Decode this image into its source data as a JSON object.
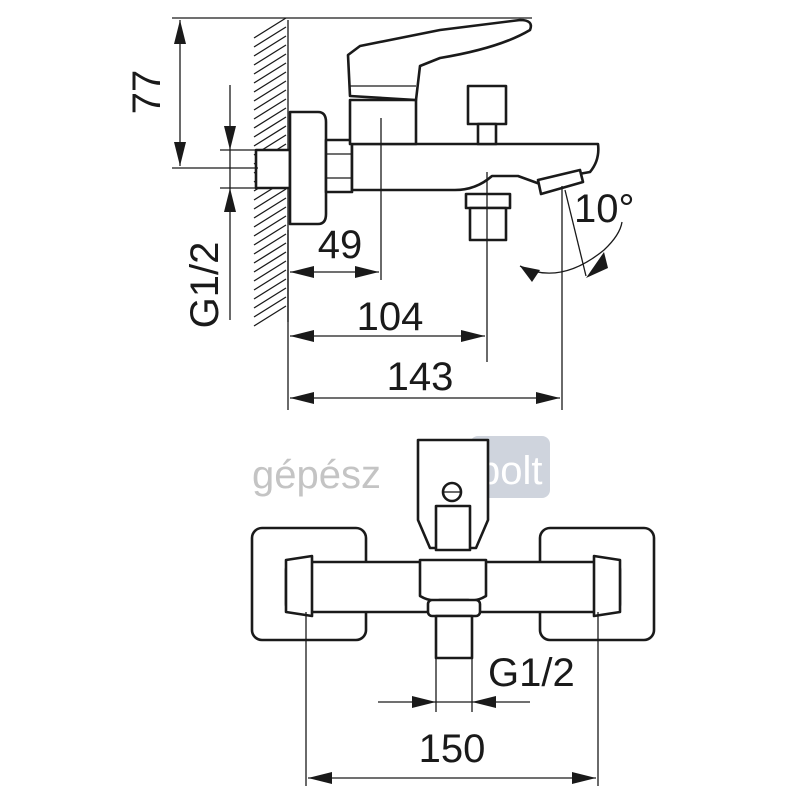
{
  "side_view": {
    "height_dim": "77",
    "thread_dim": "G1/2",
    "depth_dim_small": "49",
    "depth_dim_mid": "104",
    "depth_dim_total": "143",
    "angle_dim": "10°"
  },
  "front_view": {
    "thread_dim": "G1/2",
    "width_dim": "150"
  },
  "watermark": {
    "part1": "gépész",
    "part2": "bolt"
  },
  "colors": {
    "line": "#1a1a1a",
    "watermark_gray": "#c9c9c9",
    "watermark_box": "#bfc5d2"
  }
}
